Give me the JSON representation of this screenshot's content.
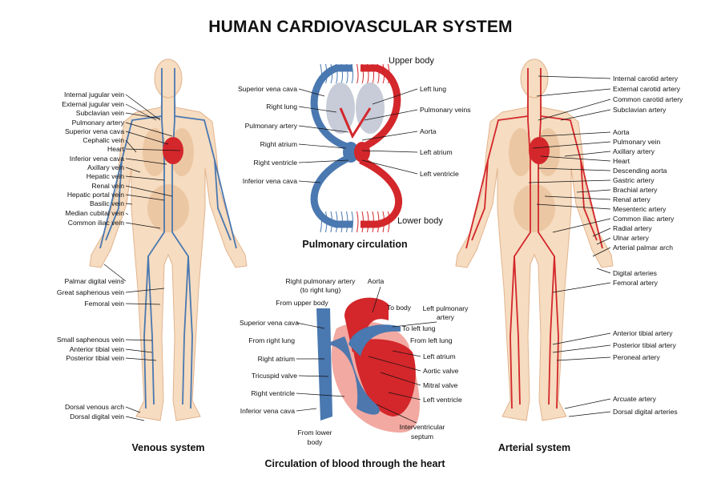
{
  "title": "HUMAN CARDIOVASCULAR SYSTEM",
  "venous": {
    "caption": "Venous system",
    "labels": [
      "Internal jugular vein",
      "External jugular vein",
      "Subclavian vein",
      "Pulmonary artery",
      "Superior vena cava",
      "Cephalic vein",
      "Heart",
      "Inferior vena cava",
      "Axillary vein",
      "Hepatic vein",
      "Renal vein",
      "Hepatic portal vein",
      "Basilic vein",
      "Median cubital vein",
      "Common iliac vein",
      "Palmar digital veins",
      "Great saphenous vein",
      "Femoral vein",
      "Small saphenous vein",
      "Anterior tibial vein",
      "Posterior tibial vein",
      "Dorsal venous arch",
      "Dorsal digital vein"
    ]
  },
  "arterial": {
    "caption": "Arterial system",
    "labels": [
      "Internal carotid artery",
      "External carotid artery",
      "Common carotid artery",
      "Subclavian artery",
      "Aorta",
      "Pulmonary vein",
      "Axillary artery",
      "Heart",
      "Descending aorta",
      "Gastric artery",
      "Brachial artery",
      "Renal artery",
      "Mesenteric artery",
      "Common iliac artery",
      "Radial artery",
      "Ulnar artery",
      "Arterial palmar arch",
      "Digital arteries",
      "Femoral artery",
      "Anterior tibial artery",
      "Posterior tibial artery",
      "Peroneal artery",
      "Arcuate artery",
      "Dorsal digital arteries"
    ]
  },
  "pulmonary": {
    "caption": "Pulmonary circulation",
    "upper": "Upper body",
    "lower": "Lower body",
    "left_labels": [
      "Superior vena cava",
      "Right lung",
      "Pulmonary artery",
      "Right atrium",
      "Right ventricle",
      "Inferior vena cava"
    ],
    "right_labels": [
      "Left lung",
      "Pulmonary veins",
      "Aorta",
      "Left atrium",
      "Left ventricle"
    ]
  },
  "heart": {
    "caption": "Circulation of blood through the heart",
    "labels": [
      "Right pulmonary artery",
      "(to right lung)",
      "Aorta",
      "From upper body",
      "To body",
      "Left pulmonary",
      "artery",
      "Superior vena cava",
      "To left lung",
      "From right lung",
      "From left lung",
      "Right atrium",
      "Left atrium",
      "Tricuspid valve",
      "Aortic valve",
      "Mitral valve",
      "Right ventricle",
      "Left ventricle",
      "Inferior vena cava",
      "From lower",
      "body",
      "Interventricular",
      "septum"
    ]
  },
  "colors": {
    "vein": "#4a78b0",
    "artery": "#d3272b",
    "skin": "#f6dcc0",
    "skin_stroke": "#e2b48e"
  }
}
